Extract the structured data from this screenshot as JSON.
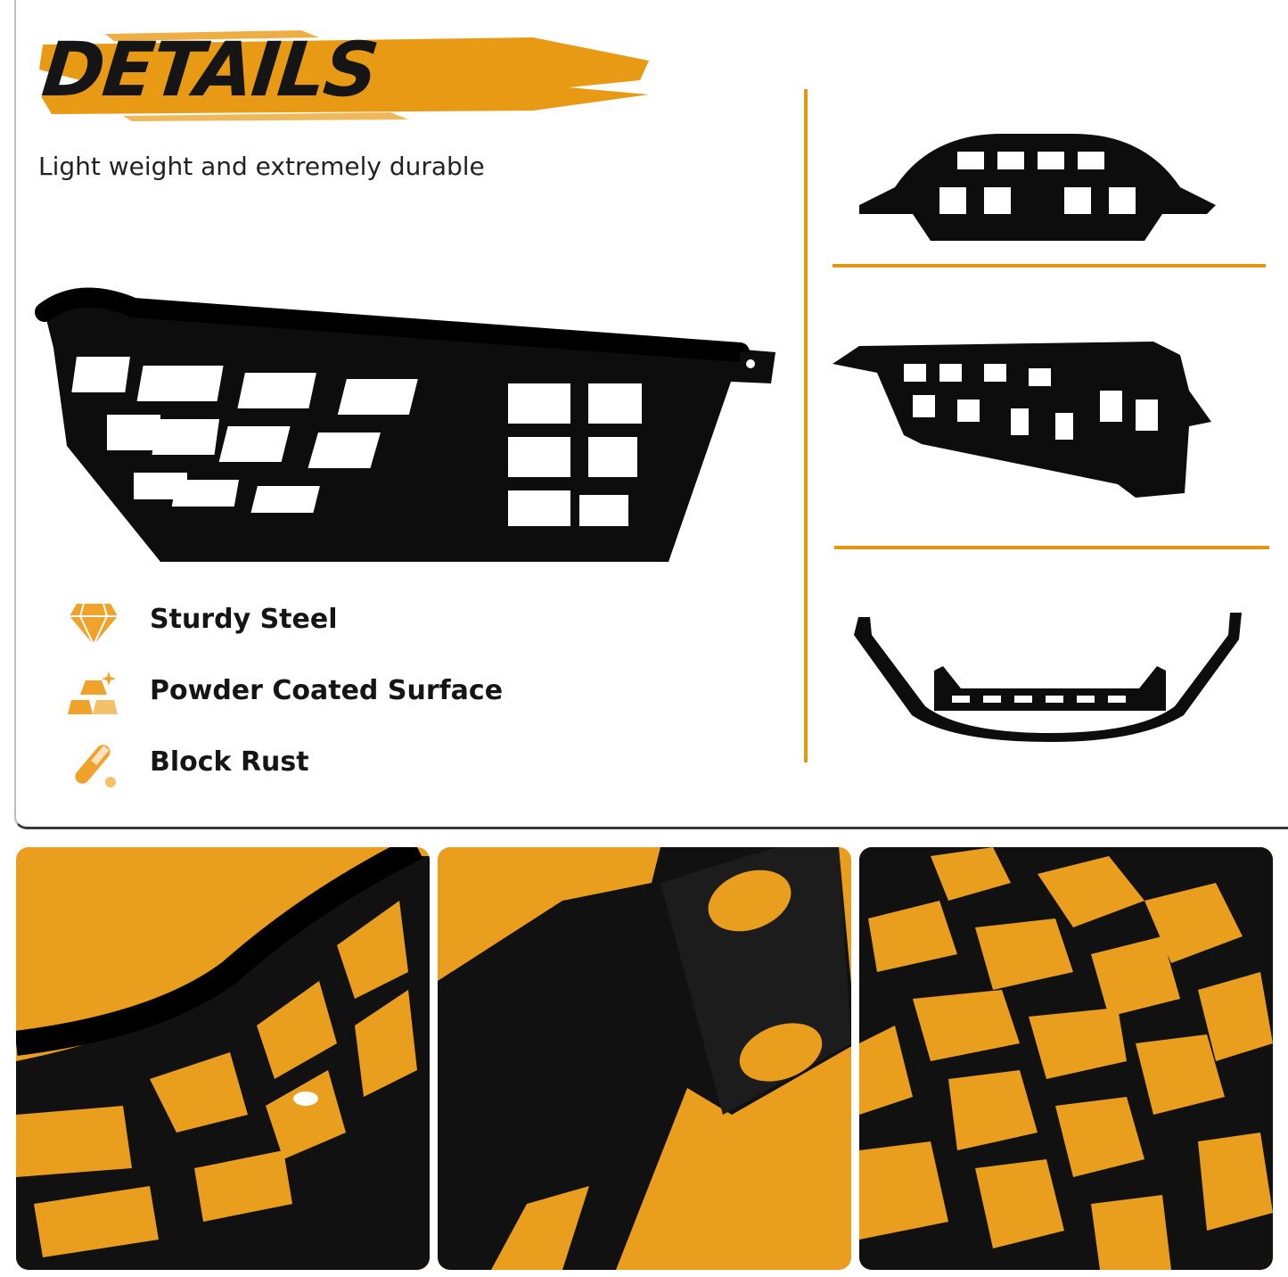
{
  "header": {
    "title": "DETAILS",
    "subtitle": "Light weight and extremely durable"
  },
  "features": [
    {
      "icon": "diamond-icon",
      "label": "Sturdy Steel"
    },
    {
      "icon": "gold-bars-icon",
      "label": "Powder Coated Surface"
    },
    {
      "icon": "test-tube-icon",
      "label": "Block Rust"
    }
  ],
  "colors": {
    "accent": "#e69512",
    "closeup_background": "#ea9e1e",
    "product": "#111111",
    "text": "#151515"
  },
  "views": [
    "product-front-view",
    "product-side-view",
    "product-top-view"
  ],
  "closeups": [
    "closeup-rail",
    "closeup-bracket",
    "closeup-mesh"
  ]
}
